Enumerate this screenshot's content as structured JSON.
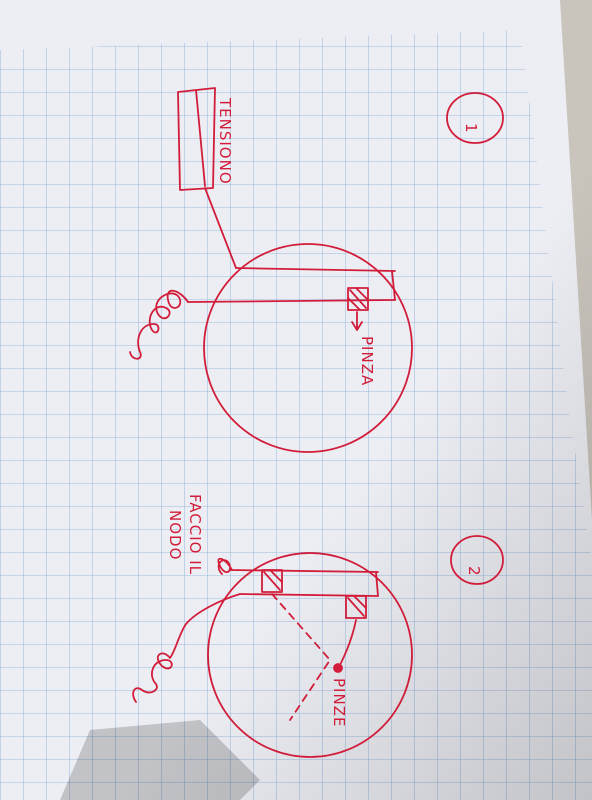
{
  "sketch": {
    "figure_1": {
      "number": "1",
      "tension_label": "TENSIONO",
      "clamp_label": "PINZA"
    },
    "figure_2": {
      "number": "2",
      "knot_label_line1": "FACCIO IL",
      "knot_label_line2": "NODO",
      "clamps_label": "PINZE"
    }
  },
  "colors": {
    "ink": "#d21d3a",
    "grid": "#8fb0dc",
    "paper": "#ecedf2"
  }
}
